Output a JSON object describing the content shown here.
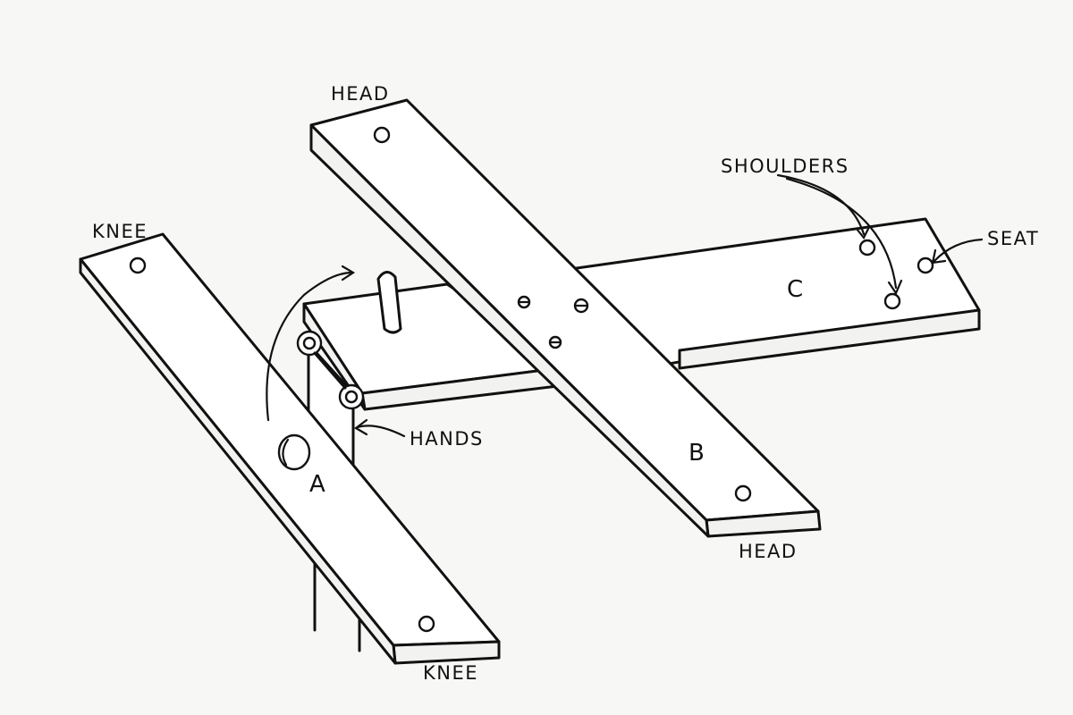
{
  "labels": {
    "head_top": "HEAD",
    "head_bottom": "HEAD",
    "knee_top": "KNEE",
    "knee_bottom": "KNEE",
    "shoulders": "SHOULDERS",
    "seat": "SEAT",
    "hands": "HANDS",
    "board_a": "A",
    "board_b": "B",
    "board_c": "C"
  },
  "colors": {
    "paper": "#f7f7f5",
    "ink": "#111111"
  }
}
